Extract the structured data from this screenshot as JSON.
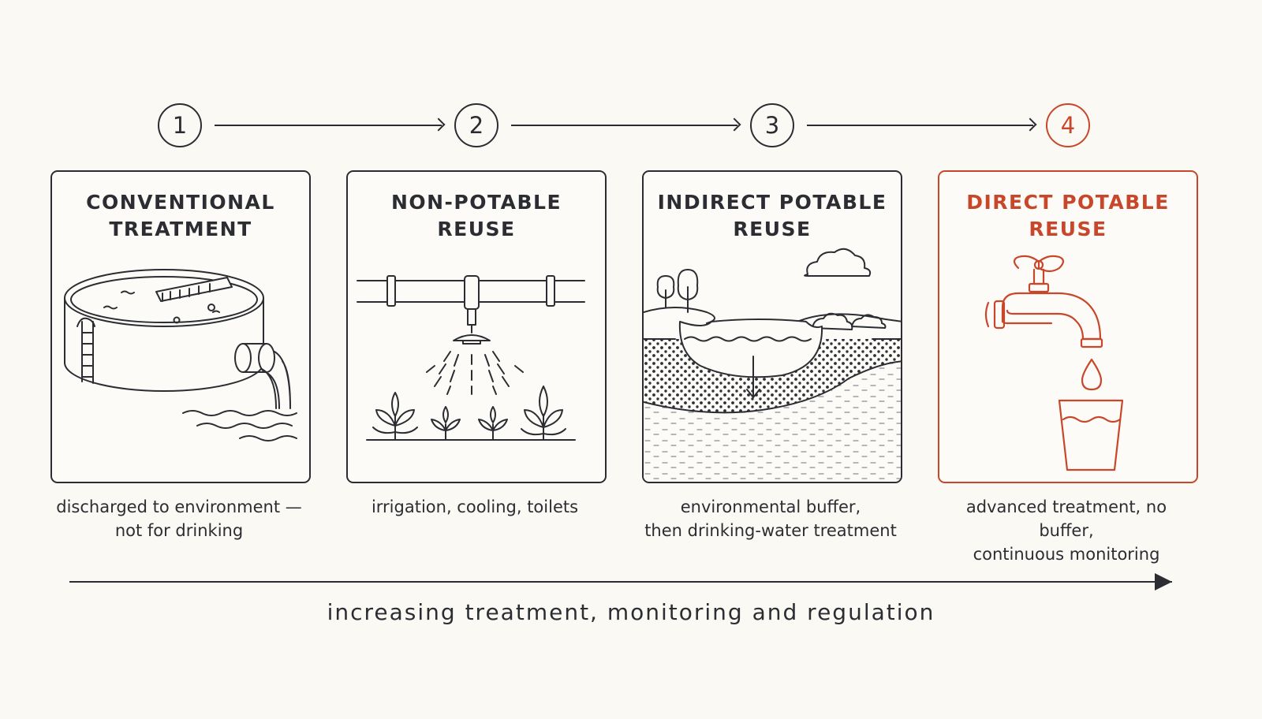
{
  "steps": [
    {
      "number": "1",
      "title": "CONVENTIONAL\nTREATMENT",
      "caption": "discharged to environment —\nnot for drinking",
      "icon": "treatment-tank-icon"
    },
    {
      "number": "2",
      "title": "NON-POTABLE\nREUSE",
      "caption": "irrigation, cooling, toilets",
      "icon": "sprinkler-irrigation-icon"
    },
    {
      "number": "3",
      "title": "INDIRECT POTABLE\nREUSE",
      "caption": "environmental buffer,\nthen drinking-water treatment",
      "icon": "aquifer-recharge-icon"
    },
    {
      "number": "4",
      "title": "DIRECT POTABLE\nREUSE",
      "caption": "advanced treatment, no buffer,\ncontinuous monitoring",
      "icon": "tap-glass-icon"
    }
  ],
  "progress_label": "increasing treatment, monitoring and regulation",
  "colors": {
    "ink": "#2b2d33",
    "accent": "#c8472a",
    "background": "#fbf9f4"
  }
}
